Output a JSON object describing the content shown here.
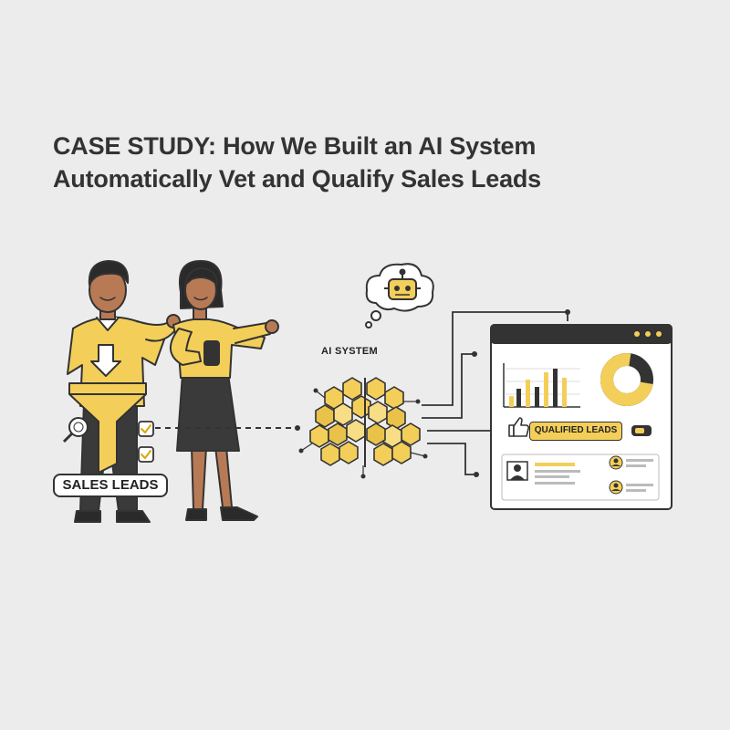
{
  "title": {
    "line1": "CASE STUDY: How We Built an AI System",
    "line2": "Automatically Vet and Qualify Sales Leads"
  },
  "labels": {
    "ai_system": "AI SYSTEM",
    "sales_leads": "SALES LEADS",
    "qualified_leads": "QUALIFIED LEADS"
  },
  "icons": [
    "magnifier-icon",
    "checkbox-icon",
    "funnel-icon",
    "down-arrow-icon",
    "robot-icon",
    "brain-icon",
    "thumbs-up-icon",
    "user-avatar-icon",
    "donut-chart-icon",
    "bar-chart-icon"
  ],
  "colors": {
    "background": "#ececec",
    "accent_yellow": "#f3cf5a",
    "outline": "#333333",
    "skin": "#b87a55"
  }
}
